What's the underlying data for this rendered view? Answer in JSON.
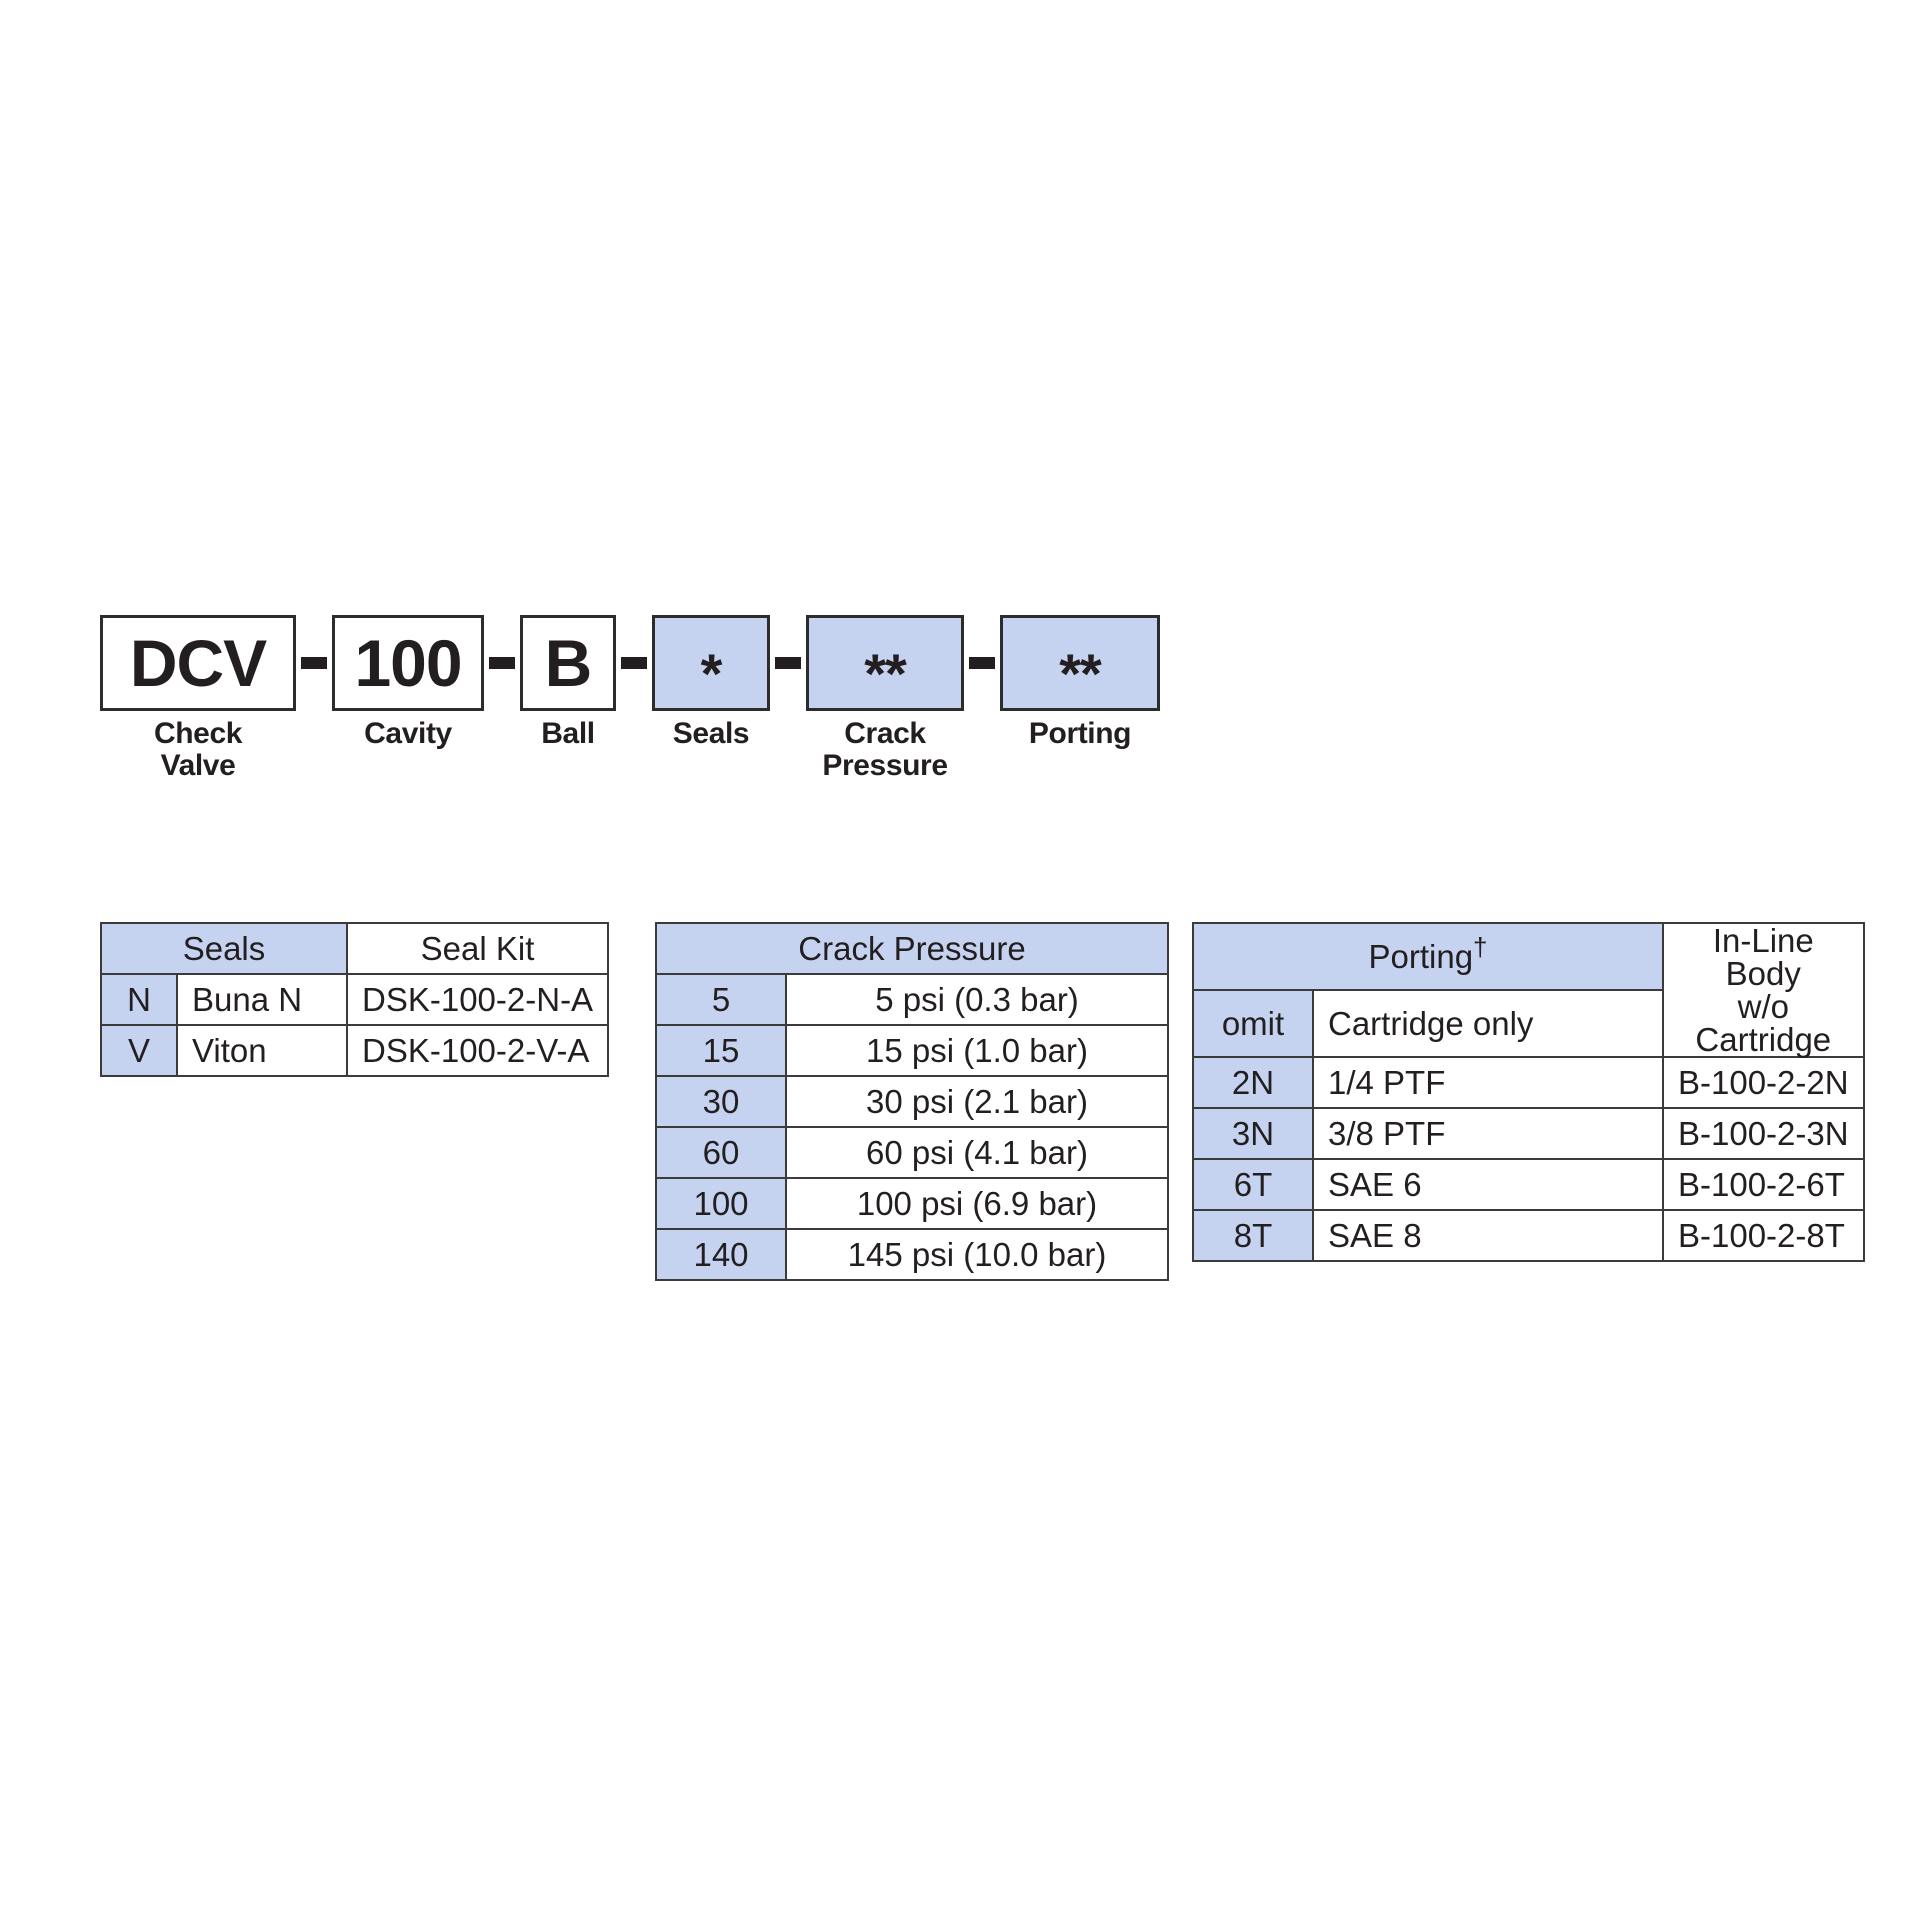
{
  "colors": {
    "accent_blue": "#c6d3f0",
    "border": "#3b3b3b",
    "text": "#231f20",
    "white": "#ffffff"
  },
  "model_code": {
    "segments": [
      {
        "code": "DCV",
        "label": "Check\nValve",
        "fill": "white"
      },
      {
        "code": "100",
        "label": "Cavity",
        "fill": "white"
      },
      {
        "code": "B",
        "label": "Ball",
        "fill": "white"
      },
      {
        "code": "*",
        "label": "Seals",
        "fill": "blue"
      },
      {
        "code": "**",
        "label": "Crack\nPressure",
        "fill": "blue"
      },
      {
        "code": "**",
        "label": "Porting",
        "fill": "blue"
      }
    ],
    "separator": "-"
  },
  "tables": {
    "seals": {
      "title": "Seals",
      "kit_header": "Seal Kit",
      "rows": [
        {
          "code": "N",
          "material": "Buna N",
          "kit": "DSK-100-2-N-A"
        },
        {
          "code": "V",
          "material": "Viton",
          "kit": "DSK-100-2-V-A"
        }
      ]
    },
    "crack_pressure": {
      "title": "Crack Pressure",
      "rows": [
        {
          "code": "5",
          "value": "5 psi   (0.3 bar)"
        },
        {
          "code": "15",
          "value": "15 psi   (1.0 bar)"
        },
        {
          "code": "30",
          "value": "30 psi   (2.1 bar)"
        },
        {
          "code": "60",
          "value": "60 psi   (4.1 bar)"
        },
        {
          "code": "100",
          "value": "100 psi   (6.9 bar)"
        },
        {
          "code": "140",
          "value": "145 psi (10.0 bar)"
        }
      ]
    },
    "porting": {
      "title": "Porting",
      "title_marker": "†",
      "body_header": "In-Line Body\nw/o Cartridge",
      "rows": [
        {
          "code": "omit",
          "desc": "Cartridge only",
          "body": "",
          "bold_code": false
        },
        {
          "code": "2N",
          "desc": "1/4 PTF",
          "body": "B-100-2-2N",
          "bold_code": true
        },
        {
          "code": "3N",
          "desc": "3/8 PTF",
          "body": "B-100-2-3N",
          "bold_code": true
        },
        {
          "code": "6T",
          "desc": "SAE 6",
          "body": "B-100-2-6T",
          "bold_code": true
        },
        {
          "code": "8T",
          "desc": "SAE 8",
          "body": "B-100-2-8T",
          "bold_code": true
        }
      ]
    }
  }
}
